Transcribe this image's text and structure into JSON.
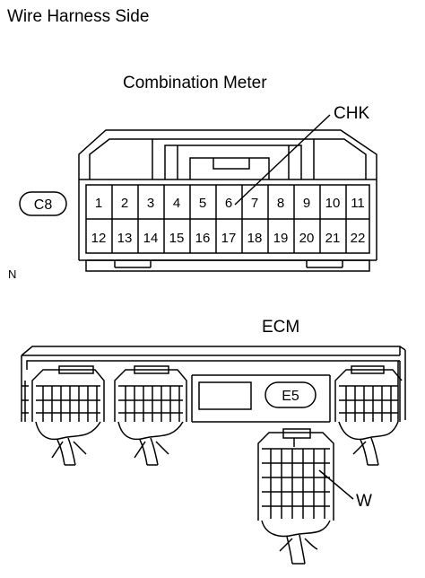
{
  "title": "Wire Harness Side",
  "meter_label": "Combination Meter",
  "chk_label": "CHK",
  "n_label": "N",
  "ecm_label": "ECM",
  "w_label": "W",
  "connector_c8": {
    "code": "C8",
    "top_row": [
      "1",
      "2",
      "3",
      "4",
      "5",
      "6",
      "7",
      "8",
      "9",
      "10",
      "11"
    ],
    "bottom_row": [
      "12",
      "13",
      "14",
      "15",
      "16",
      "17",
      "18",
      "19",
      "20",
      "21",
      "22"
    ]
  },
  "connector_e5": {
    "code": "E5"
  }
}
